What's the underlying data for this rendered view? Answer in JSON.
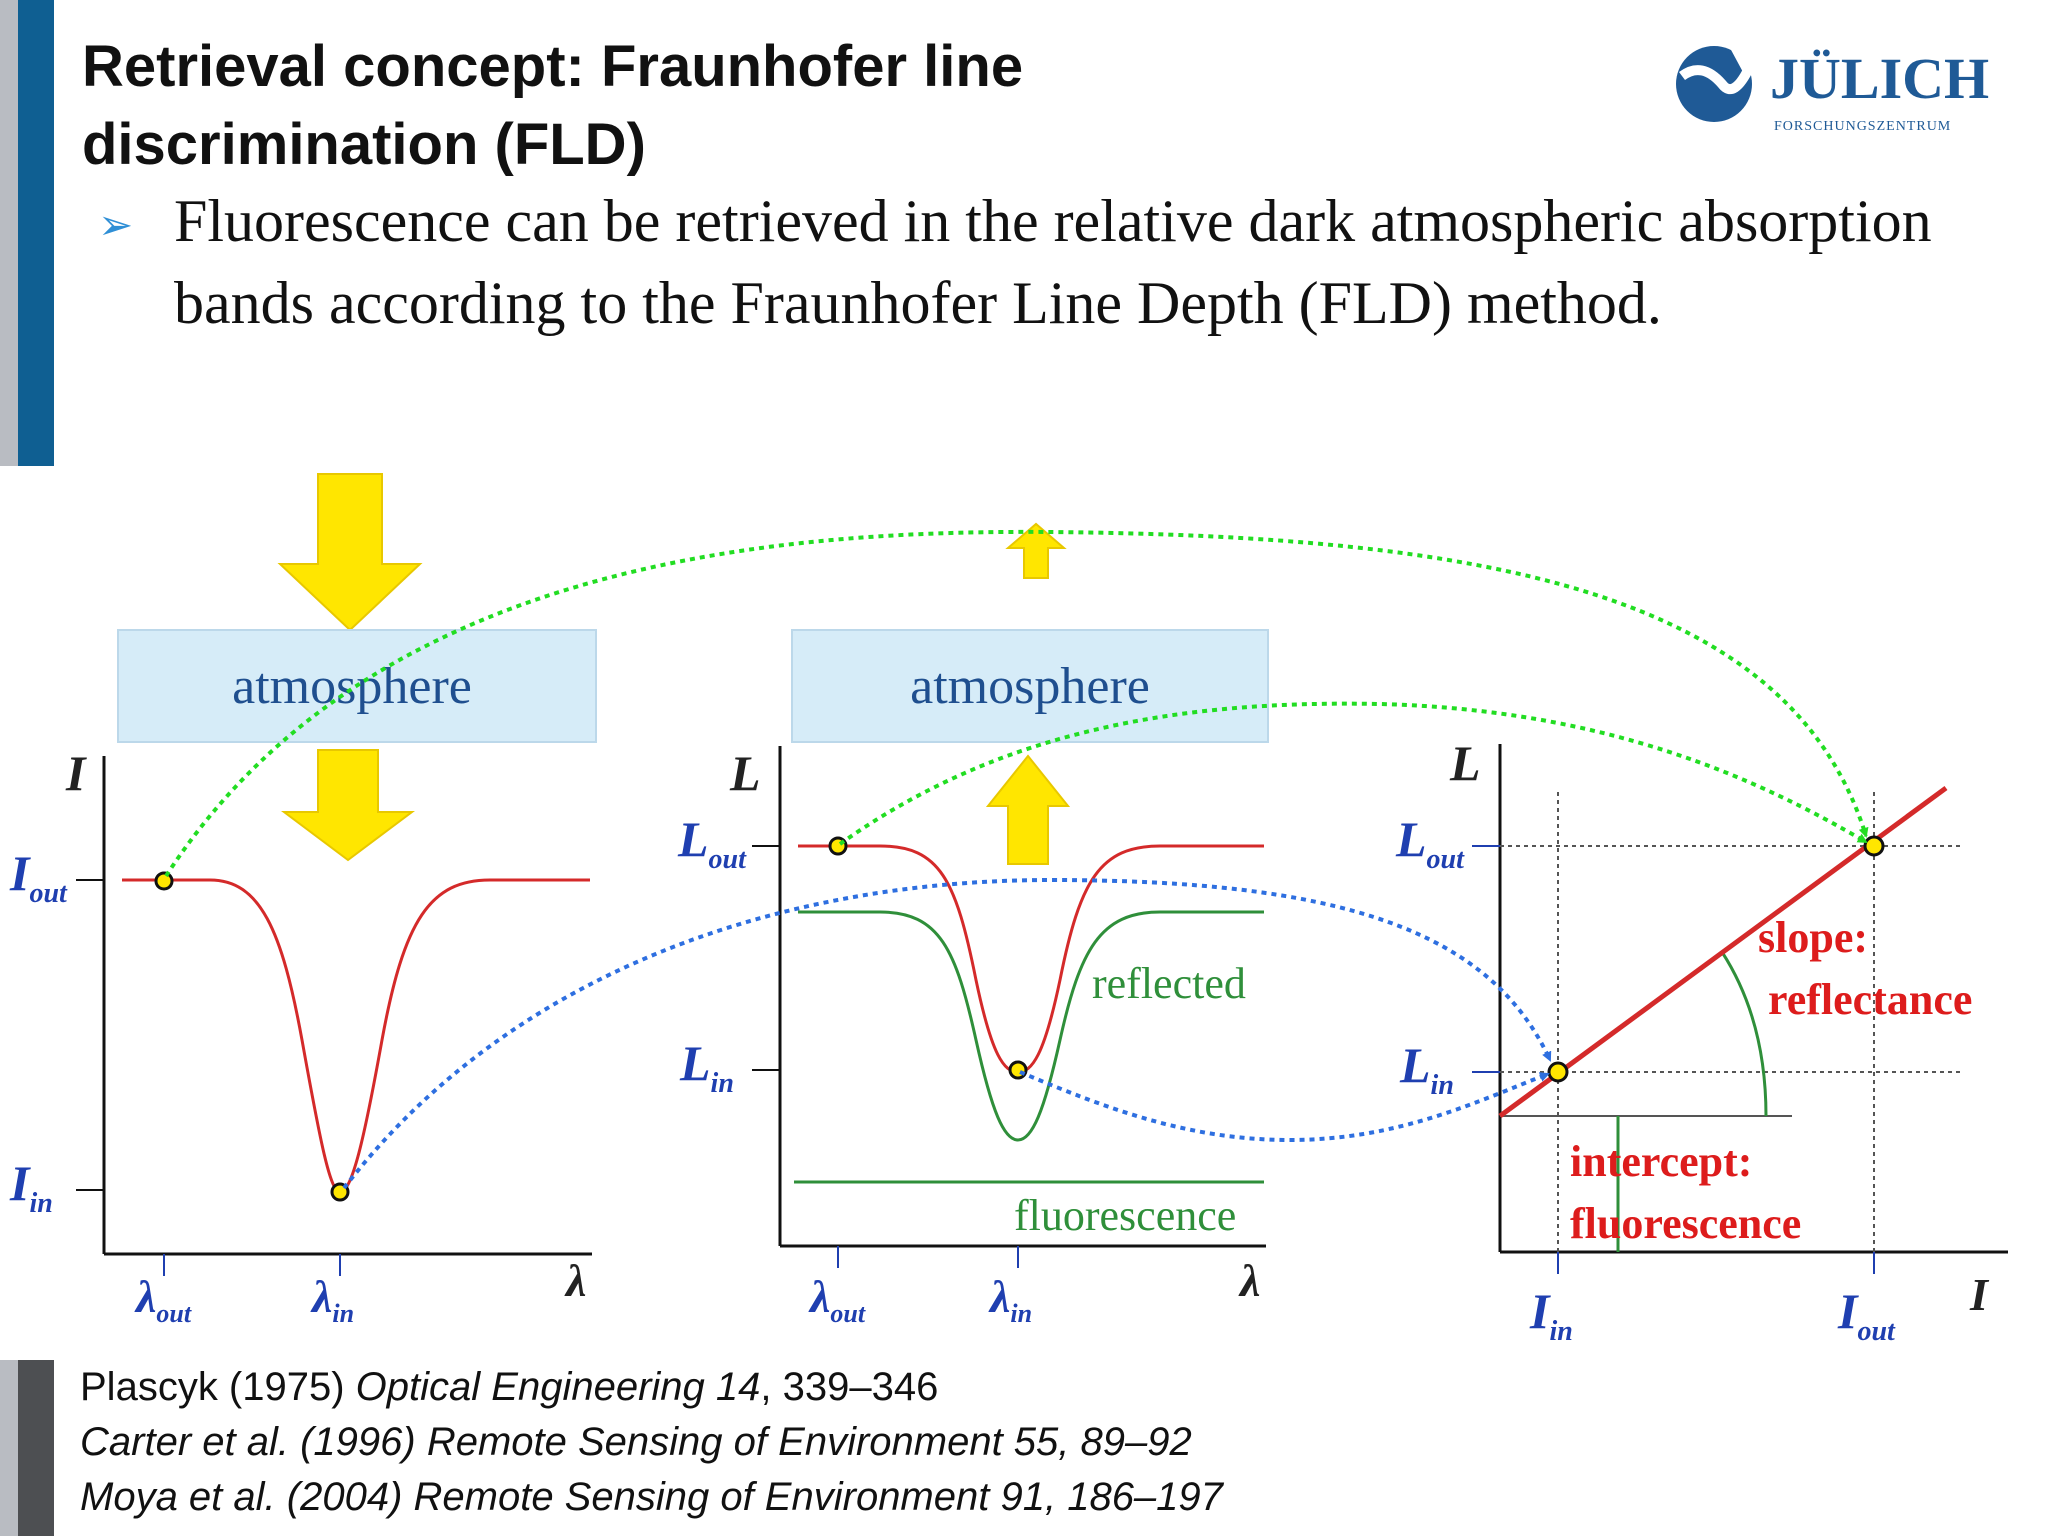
{
  "title": "Retrieval concept: Fraunhofer line\ndiscrimination (FLD)",
  "logo": {
    "name": "JÜLICH",
    "sub": "FORSCHUNGSZENTRUM"
  },
  "bullet_marker": "➢",
  "bullet_text": "Fluorescence can be retrieved in the relative dark atmospheric absorption bands according to the Fraunhofer Line Depth (FLD) method.",
  "panel1": {
    "atmosphere_label": "atmosphere",
    "y_axis": "I",
    "x_axis": "λ",
    "y_ticks": [
      {
        "main": "I",
        "sub": "out"
      },
      {
        "main": "I",
        "sub": "in"
      }
    ],
    "x_ticks": [
      {
        "main": "λ",
        "sub": "out"
      },
      {
        "main": "λ",
        "sub": "in"
      }
    ]
  },
  "panel2": {
    "atmosphere_label": "atmosphere",
    "y_axis": "L",
    "x_axis": "λ",
    "y_ticks": [
      {
        "main": "L",
        "sub": "out"
      },
      {
        "main": "L",
        "sub": "in"
      }
    ],
    "x_ticks": [
      {
        "main": "λ",
        "sub": "out"
      },
      {
        "main": "λ",
        "sub": "in"
      }
    ],
    "reflected_label": "reflected",
    "fluorescence_label": "fluorescence"
  },
  "panel3": {
    "y_axis": "L",
    "x_axis": "I",
    "y_ticks": [
      {
        "main": "L",
        "sub": "out"
      },
      {
        "main": "L",
        "sub": "in"
      }
    ],
    "x_ticks": [
      {
        "main": "I",
        "sub": "in"
      },
      {
        "main": "I",
        "sub": "out"
      }
    ],
    "slope_label_1": "slope:",
    "slope_label_2": "reflectance",
    "intercept_label_1": "intercept:",
    "intercept_label_2": "fluorescence"
  },
  "references": [
    {
      "author": "Plascyk (1975) ",
      "journal": "Optical Engineering 14",
      "rest": ", 339–346",
      "rest_italic": false
    },
    {
      "author": "Carter et al. (1996) ",
      "journal": "Remote Sensing of Environment 55",
      "rest": ", 89–92",
      "rest_italic": true
    },
    {
      "author": "Moya et al. (2004) ",
      "journal": "Remote Sensing of Environment 91",
      "rest": ", 186–197",
      "rest_italic": true
    }
  ],
  "colors": {
    "accent_blue": "#0f5f92",
    "curve_red": "#d42a2a",
    "reflected_green": "#2f8f3a",
    "arrow_yellow": "#ffe600",
    "atmosphere_box": "#d6ecf8",
    "dotted_green": "#22dd22",
    "dotted_blue": "#2e6fe0",
    "label_blue": "#1f3fb0"
  }
}
